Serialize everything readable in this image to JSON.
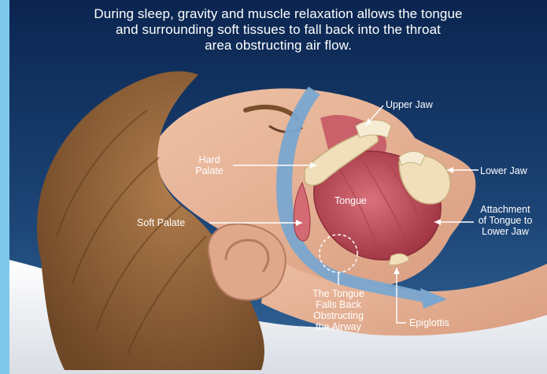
{
  "caption": "During sleep, gravity and muscle relaxation allows the tongue\nand surrounding soft tissues to fall back into the throat\narea obstructing air flow.",
  "labels": {
    "upper_jaw": "Upper Jaw",
    "hard_palate": "Hard\nPalate",
    "tongue": "Tongue",
    "lower_jaw": "Lower Jaw",
    "soft_palate": "Soft Palate",
    "attachment": "Attachment\nof Tongue to\nLower Jaw",
    "tongue_falls_back": "The Tongue\nFalls Back\nObstructing\nthe Airway",
    "epiglottis": "Epiglottis"
  },
  "colors": {
    "frame": "#7fc8ec",
    "background_top": "#0d2a55",
    "background_bottom": "#2d5c8e",
    "skin": "#e7b49a",
    "hair": "#9c6b40",
    "tongue": "#c9525e",
    "airway": "#6f9fc9",
    "bone": "#f2e2bf",
    "pillow": "#f1f3f6"
  }
}
